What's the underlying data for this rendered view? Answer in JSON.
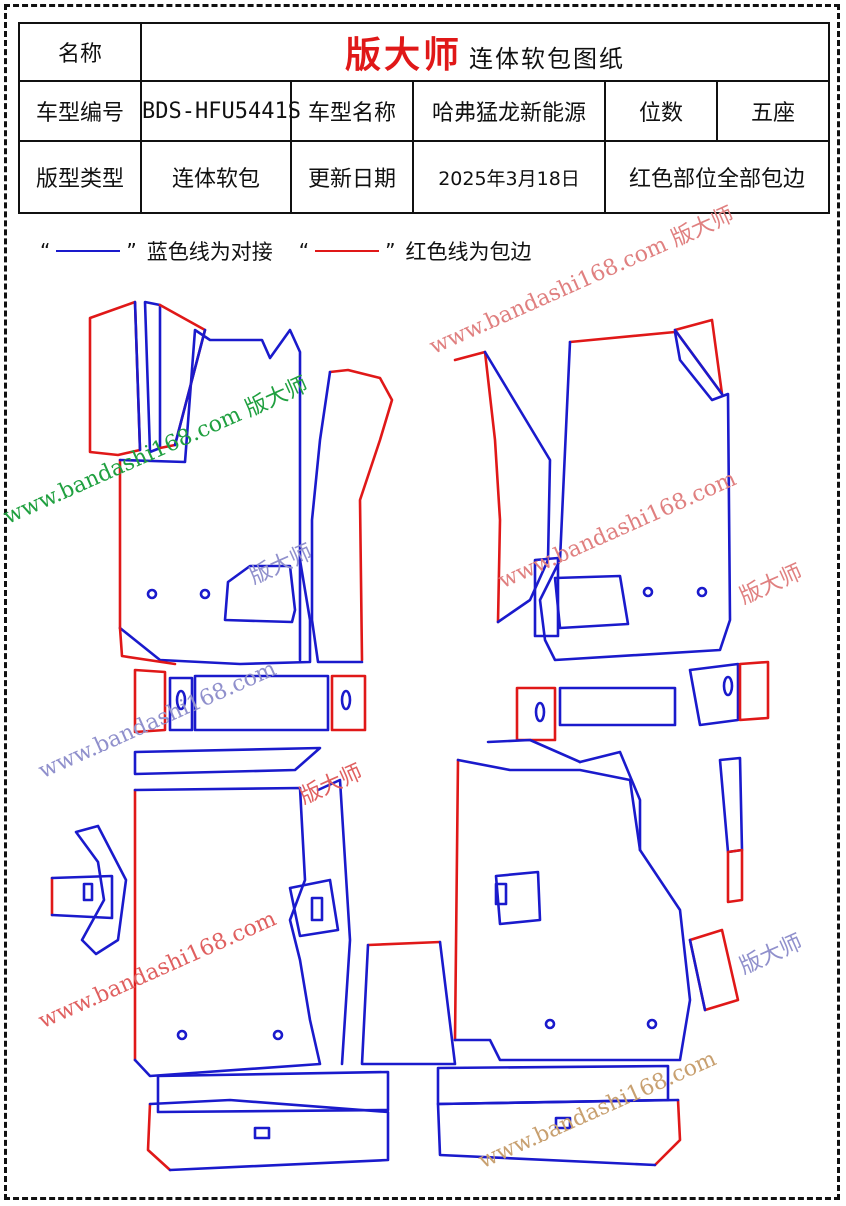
{
  "header": {
    "name_label": "名称",
    "brand": "版大师",
    "title_suffix": "连体软包图纸",
    "model_code_label": "车型编号",
    "model_code": "BDS-HFU5441S",
    "model_name_label": "车型名称",
    "model_name": "哈弗猛龙新能源",
    "seats_label": "位数",
    "seats": "五座",
    "pattern_type_label": "版型类型",
    "pattern_type": "连体软包",
    "update_label": "更新日期",
    "update_date": "2025年3月18日",
    "note": "红色部位全部包边"
  },
  "legend": {
    "open_quote": "“",
    "close_quote": "”",
    "blue_text": "蓝色线为对接",
    "red_text": "红色线为包边",
    "blue_color": "#1a1acc",
    "red_color": "#e01818"
  },
  "watermarks": {
    "url": "www.bandashi168.com",
    "brand": "版大师",
    "colors": [
      "#e06060",
      "#8888cc",
      "#20a040",
      "#c8a070"
    ]
  }
}
